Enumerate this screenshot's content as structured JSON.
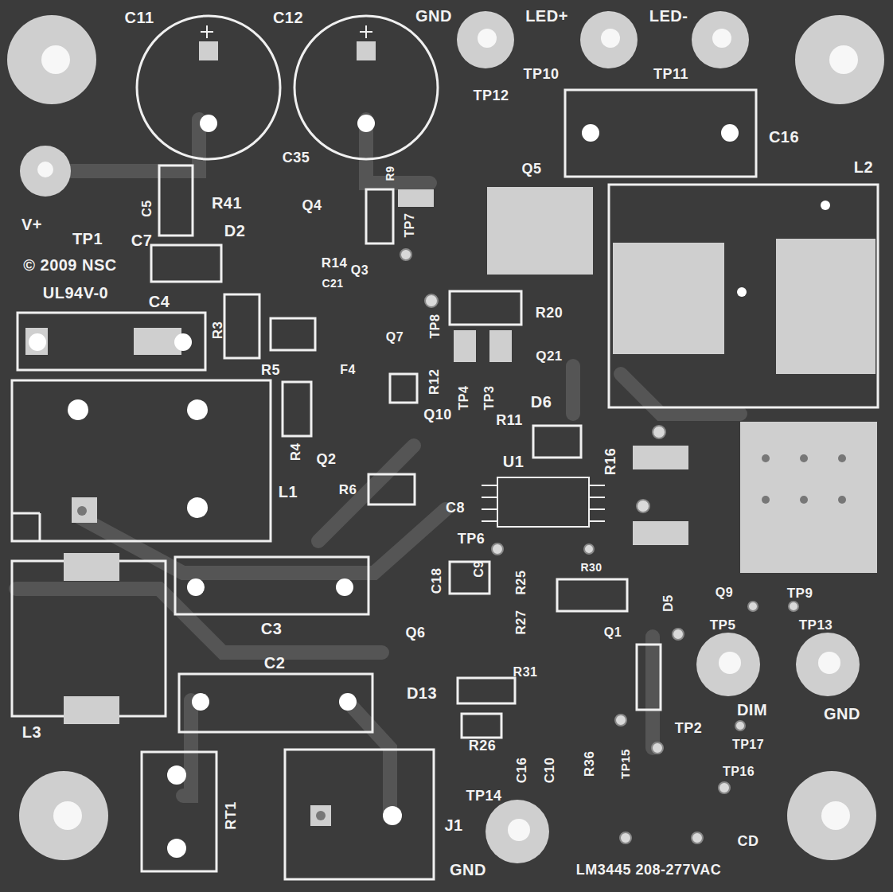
{
  "diagram": {
    "labels": [
      "C11",
      "C12",
      "GND",
      "LED+",
      "LED-",
      "TP12",
      "TP10",
      "TP11",
      "C16",
      "L2",
      "Q5",
      "V+",
      "TP1",
      "C5",
      "C7",
      "R41",
      "D2",
      "Q4",
      "C35",
      "R9",
      "TP7",
      "© 2009 NSC",
      "UL94V-0",
      "C4",
      "R14",
      "C21",
      "Q3",
      "R20",
      "TP8",
      "Q21",
      "R3",
      "Q7",
      "R5",
      "F4",
      "R12",
      "TP4",
      "TP3",
      "D6",
      "Q10",
      "R11",
      "R4",
      "Q2",
      "U1",
      "R16",
      "R6",
      "C8",
      "L1",
      "TP6",
      "C18",
      "C9",
      "R25",
      "R30",
      "Q9",
      "TP9",
      "TP5",
      "TP13",
      "D5",
      "Q6",
      "R27",
      "Q1",
      "C3",
      "C2",
      "D13",
      "R31",
      "DIM",
      "GND",
      "TP2",
      "TP17",
      "L3",
      "R26",
      "C16",
      "C10",
      "R36",
      "TP15",
      "TP16",
      "RT1",
      "J1",
      "TP14",
      "CD",
      "GND",
      "LM3445 208-277VAC"
    ]
  }
}
